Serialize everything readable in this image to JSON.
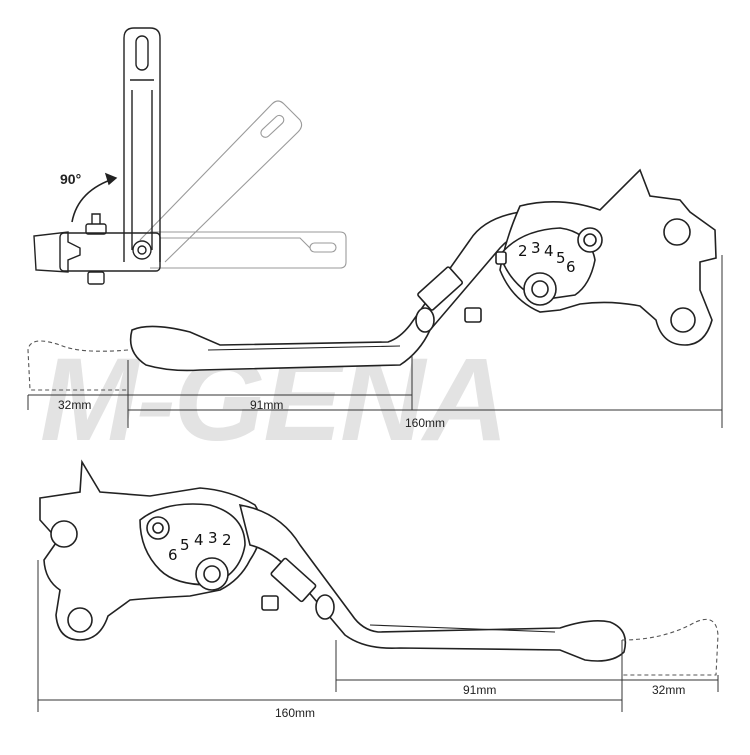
{
  "watermark": {
    "text": "M-GENA"
  },
  "angle_label": "90°",
  "top_lever": {
    "scale_numbers": [
      "2",
      "3",
      "4",
      "5",
      "6"
    ],
    "dimensions": {
      "short": "32mm",
      "mid": "91mm",
      "total": "160mm"
    }
  },
  "bottom_lever": {
    "scale_numbers": [
      "6",
      "5",
      "4",
      "3",
      "2"
    ],
    "dimensions": {
      "mid": "91mm",
      "short": "32mm",
      "total": "160mm"
    }
  }
}
